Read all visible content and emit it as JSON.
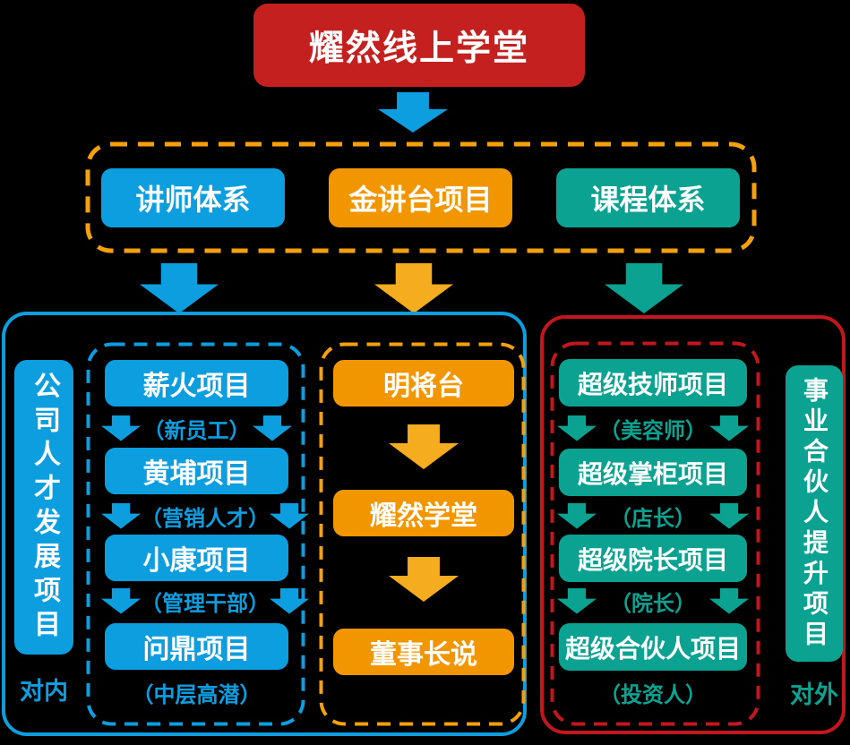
{
  "title": {
    "label": "耀然线上学堂"
  },
  "colors": {
    "background": "#000000",
    "blue": "#0D9EE0",
    "orange": "#F29600",
    "orange_arrow": "#F6AC1F",
    "teal": "#0BA291",
    "red_title": "#C52020",
    "red_border": "#C4161D",
    "text": "#FFFFFF"
  },
  "systems": {
    "items": [
      {
        "label": "讲师体系",
        "color": "blue"
      },
      {
        "label": "金讲台项目",
        "color": "orange"
      },
      {
        "label": "课程体系",
        "color": "teal"
      }
    ]
  },
  "internal": {
    "side_label": "公司人才发展项目",
    "side_tag": "对内",
    "steps": [
      {
        "box": "薪火项目",
        "caption": "（新员工）"
      },
      {
        "box": "黄埔项目",
        "caption": "（营销人才）"
      },
      {
        "box": "小康项目",
        "caption": "（管理干部）"
      },
      {
        "box": "问鼎项目",
        "caption": "（中层高潜）"
      }
    ]
  },
  "golden_stage": {
    "steps": [
      "明将台",
      "耀然学堂",
      "董事长说"
    ]
  },
  "external": {
    "side_label": "事业合伙人提升项目",
    "side_tag": "对外",
    "steps": [
      {
        "box": "超级技师项目",
        "caption": "（美容师）"
      },
      {
        "box": "超级掌柜项目",
        "caption": "（店长）"
      },
      {
        "box": "超级院长项目",
        "caption": "（院长）"
      },
      {
        "box": "超级合伙人项目",
        "caption": "（投资人）"
      }
    ]
  }
}
